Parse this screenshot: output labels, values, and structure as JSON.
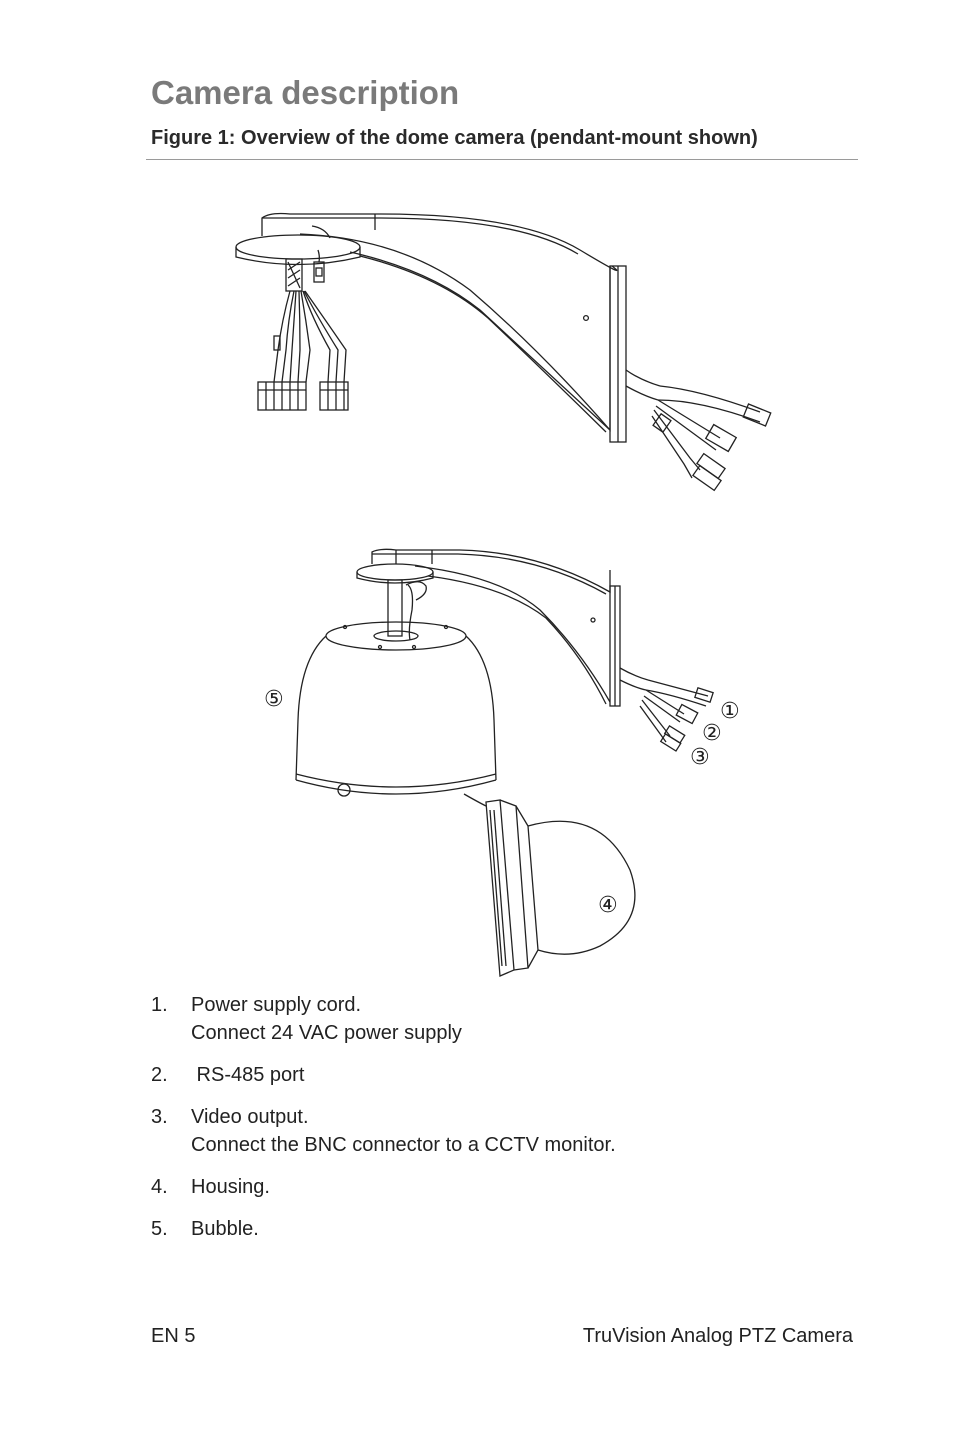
{
  "page": {
    "section_title": "Camera description",
    "figure_caption": "Figure 1: Overview of the dome camera (pendant-mount shown)"
  },
  "figure": {
    "callouts": [
      "①",
      "②",
      "③",
      "④",
      "⑤"
    ]
  },
  "items": [
    {
      "num": "1.",
      "line1": "Power supply cord.",
      "line2": "Connect 24 VAC power supply"
    },
    {
      "num": "2.",
      "line1": " RS-485 port"
    },
    {
      "num": "3.",
      "line1": "Video output.",
      "line2": "Connect the BNC connector to a CCTV monitor."
    },
    {
      "num": "4.",
      "line1": "Housing."
    },
    {
      "num": "5.",
      "line1": "Bubble."
    }
  ],
  "footer": {
    "page_number": "EN 5",
    "product_name": "TruVision Analog PTZ Camera"
  }
}
